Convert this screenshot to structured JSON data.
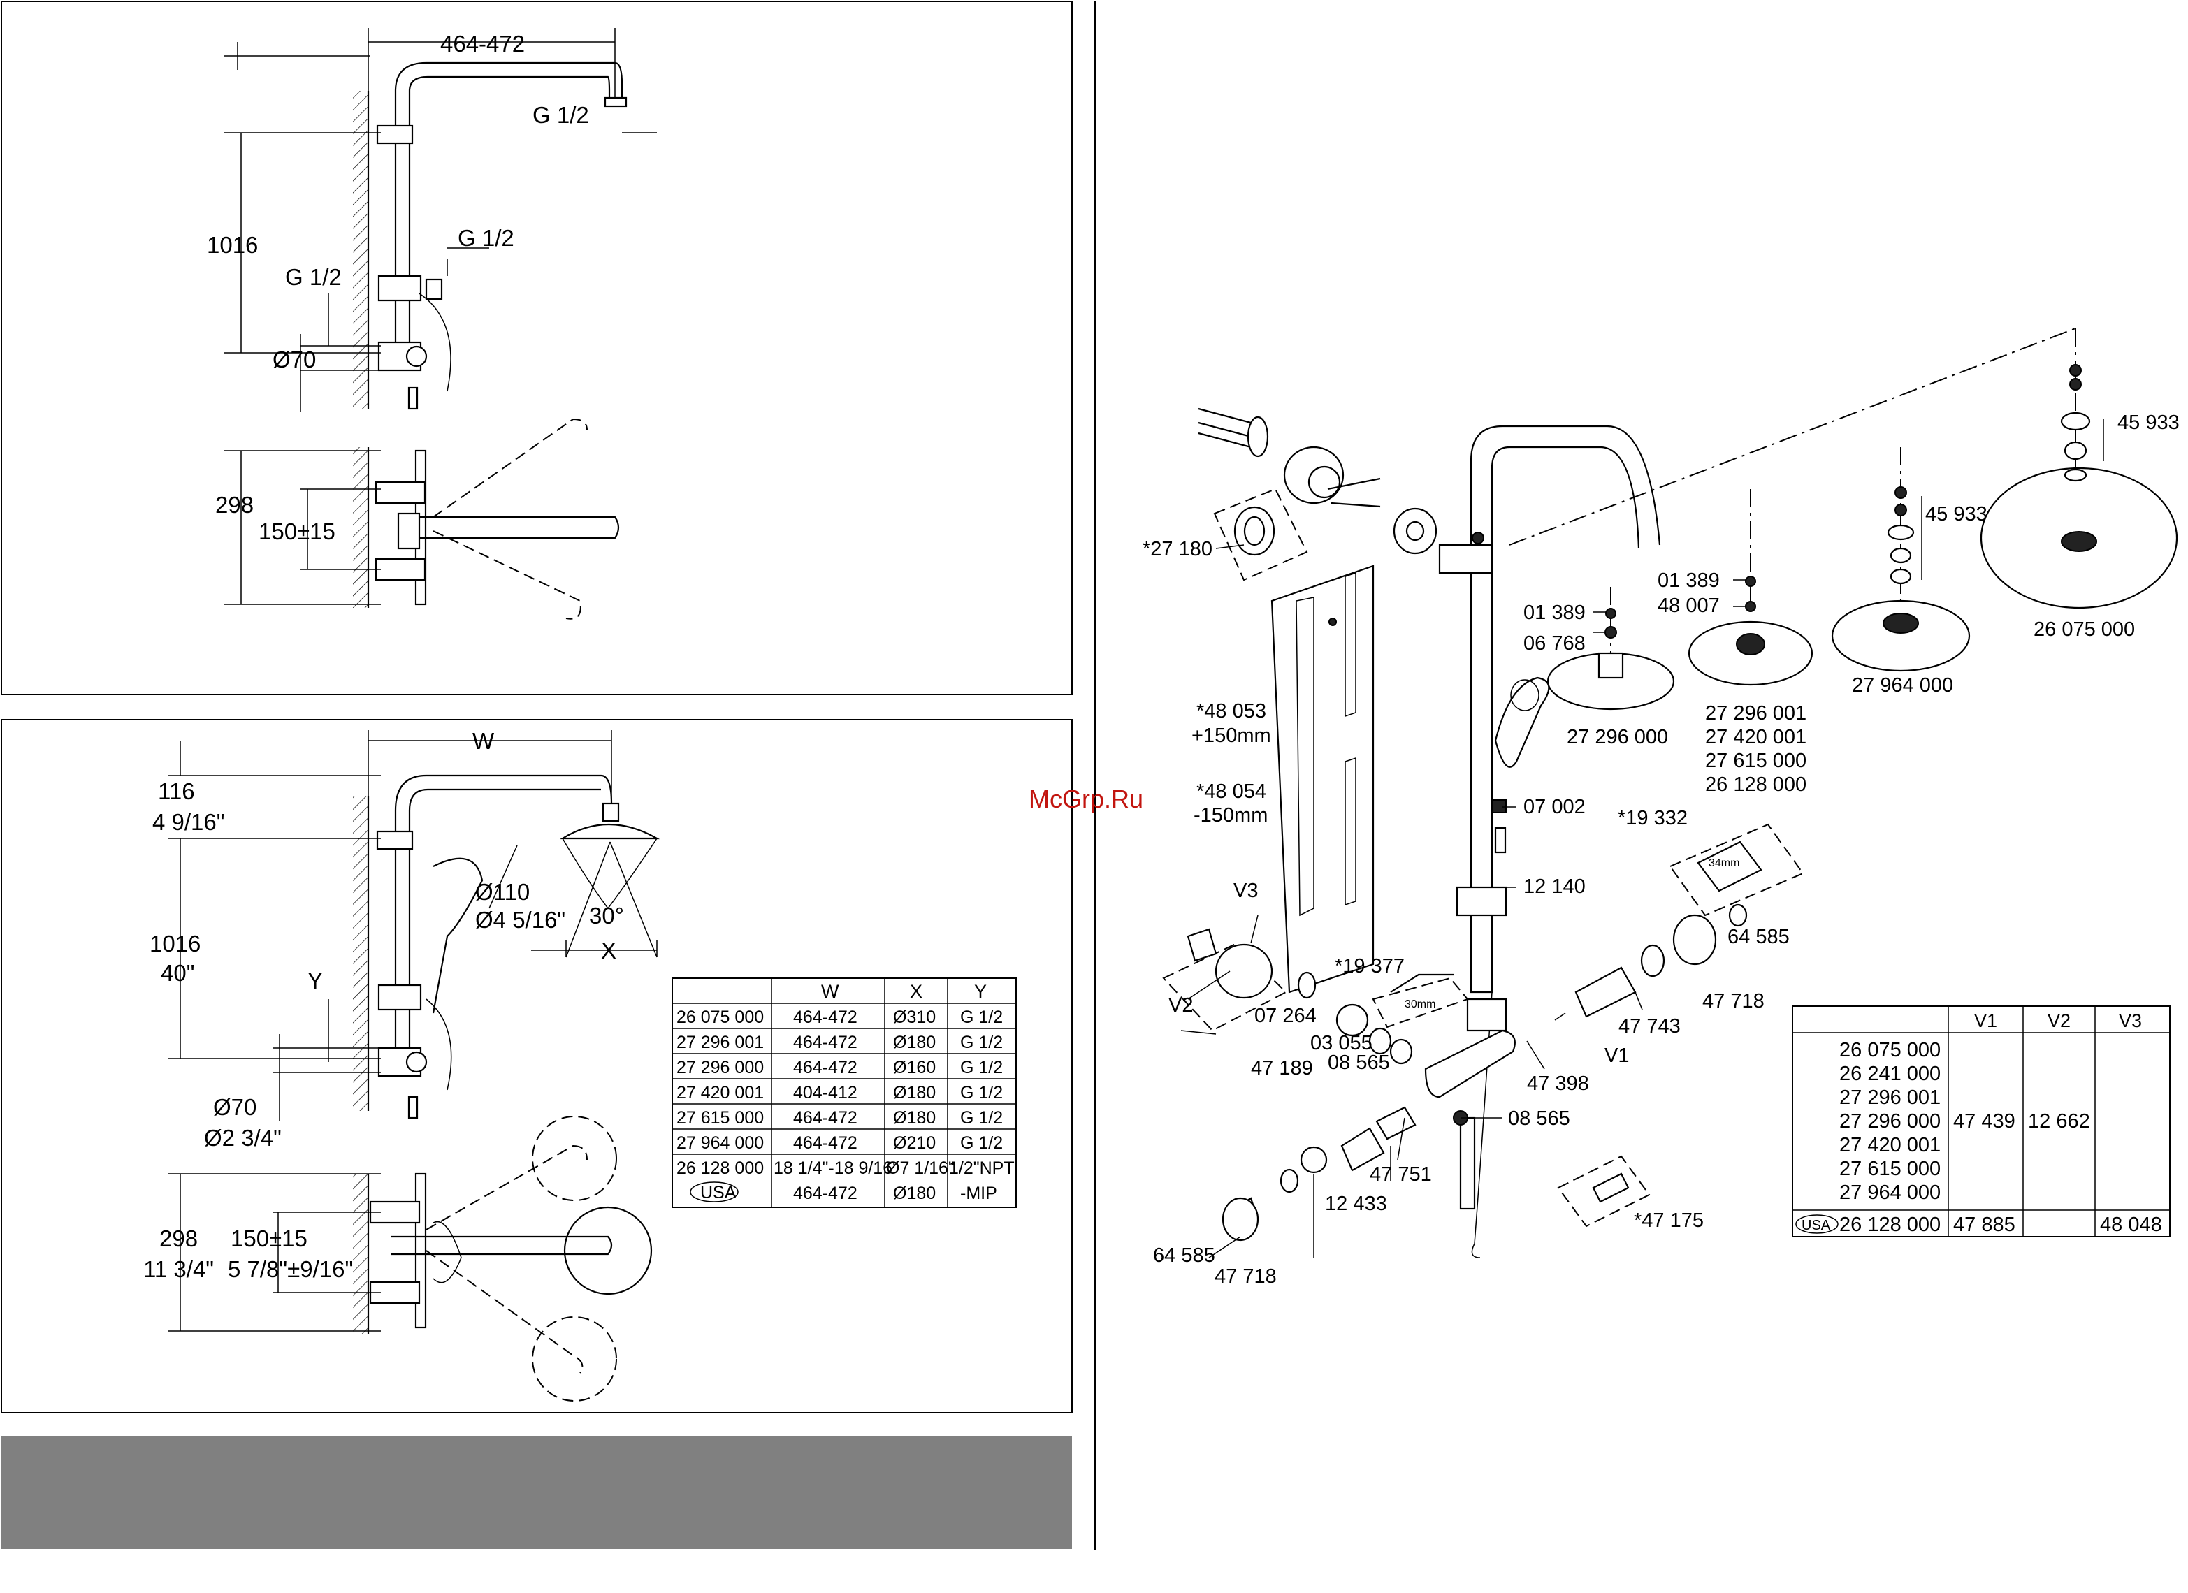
{
  "watermark": "McGrp.Ru",
  "top_drawing": {
    "width_dim": "464-472",
    "thread_top": "G 1/2",
    "thread_mid": "G 1/2",
    "thread_low": "G 1/2",
    "height_dim": "1016",
    "diameter": "Ø70",
    "body_height": "298",
    "centers": "150±15"
  },
  "mid_drawing": {
    "width_dim": "W",
    "top_offset_mm": "116",
    "top_offset_in": "4 9/16\"",
    "height_mm": "1016",
    "height_in": "40\"",
    "hand_diam_mm": "Ø110",
    "hand_diam_in": "Ø4 5/16\"",
    "angle": "30°",
    "x_label": "X",
    "y_label": "Y",
    "diam_mm": "Ø70",
    "diam_in": "Ø2 3/4\"",
    "body_mm": "298",
    "body_in": "11 3/4\"",
    "centers_mm": "150±15",
    "centers_in": "5 7/8\"±9/16\""
  },
  "dim_table": {
    "headers": [
      "",
      "W",
      "X",
      "Y"
    ],
    "rows": [
      [
        "26 075 000",
        "464-472",
        "Ø310",
        "G 1/2"
      ],
      [
        "27 296 001",
        "464-472",
        "Ø180",
        "G 1/2"
      ],
      [
        "27 296 000",
        "464-472",
        "Ø160",
        "G 1/2"
      ],
      [
        "27 420 001",
        "404-412",
        "Ø180",
        "G 1/2"
      ],
      [
        "27 615 000",
        "464-472",
        "Ø180",
        "G 1/2"
      ],
      [
        "27 964 000",
        "464-472",
        "Ø210",
        "G 1/2"
      ],
      [
        "26 128 000",
        "18 1/4\"-18 9/16\"",
        "Ø7 1/16\"",
        "1/2\"NPT"
      ],
      [
        "USA",
        "464-472",
        "Ø180",
        "-MIP"
      ]
    ]
  },
  "parts": {
    "p27180": "*27 180",
    "p01389a": "01 389",
    "p06768": "06 768",
    "p27296000": "27 296 000",
    "p01389b": "01 389",
    "p48007": "48 007",
    "p_group2": [
      "27 296 001",
      "27 420 001",
      "27 615 000",
      "26 128 000"
    ],
    "p27964000": "27 964 000",
    "p45933a": "45 933",
    "p45933b": "45 933",
    "p26075000": "26 075 000",
    "p48053": "*48 053",
    "p48053b": "+150mm",
    "p48054": "*48 054",
    "p48054b": "-150mm",
    "p07002": "07 002",
    "p12140": "12 140",
    "p19332": "*19 332",
    "p34mm": "34mm",
    "p64585a": "64 585",
    "p47718a": "47 718",
    "p47743": "47 743",
    "pV1": "V1",
    "pV3": "V3",
    "pV2": "V2",
    "p19377": "*19 377",
    "p30mm": "30mm",
    "p07264": "07 264",
    "p03055": "03 055",
    "p47189": "47 189",
    "p08565a": "08 565",
    "p47398": "47 398",
    "p08565b": "08 565",
    "p47751": "47 751",
    "p12433": "12 433",
    "p64585b": "64 585",
    "p47718b": "47 718",
    "p47175": "*47 175"
  },
  "v_table": {
    "headers": [
      "",
      "V1",
      "V2",
      "V3"
    ],
    "models": [
      "26 075 000",
      "26 241 000",
      "27 296 001",
      "27 296 000",
      "27 420 001",
      "27 615 000",
      "27 964 000"
    ],
    "v1": "47 439",
    "v2": "12 662",
    "usa_badge": "USA",
    "usa_model": "26 128 000",
    "usa_v1": "47 885",
    "usa_v3": "48 048"
  }
}
